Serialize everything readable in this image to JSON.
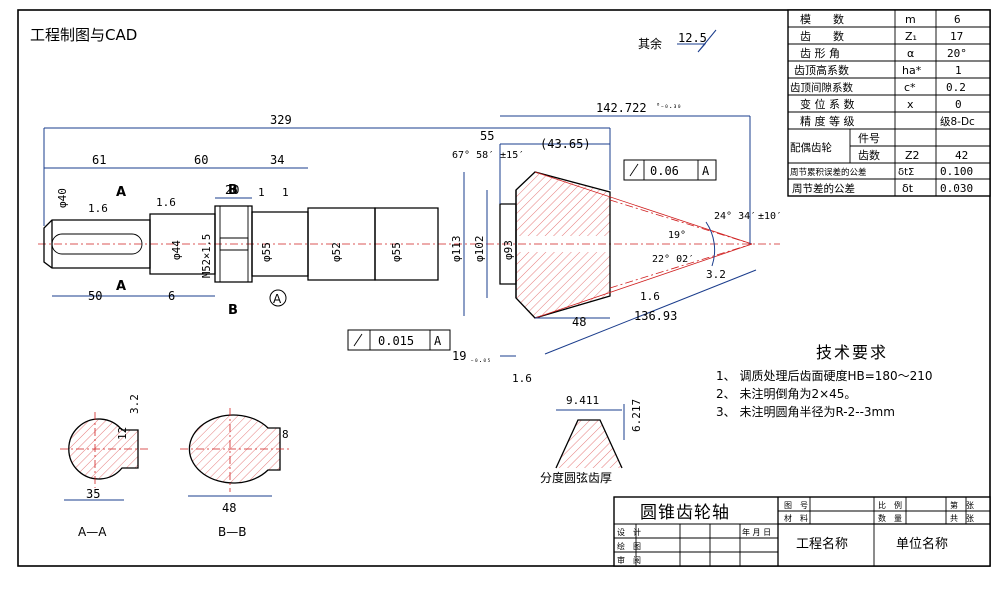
{
  "header": {
    "title": "工程制图与CAD",
    "surface_finish": "其余",
    "surface_value": "12.5"
  },
  "params": [
    {
      "name": "模　　数",
      "sym": "m",
      "val": "6"
    },
    {
      "name": "齿　　数",
      "sym": "Z₁",
      "val": "17"
    },
    {
      "name": "齿 形 角",
      "sym": "α",
      "val": "20°"
    },
    {
      "name": "齿顶高系数",
      "sym": "ha*",
      "val": "1"
    },
    {
      "name": "齿顶间隙系数",
      "sym": "c*",
      "val": "0.2"
    },
    {
      "name": "变 位 系 数",
      "sym": "x",
      "val": "0"
    },
    {
      "name": "精 度 等 级",
      "sym": "",
      "val": "级8-Dc"
    },
    {
      "name": "件号",
      "sym": "",
      "val": ""
    },
    {
      "name": "齿数",
      "sym": "Z2",
      "val": "42"
    },
    {
      "name": "周节累积误差的公差",
      "sym": "δtΣ",
      "val": "0.100"
    },
    {
      "name": "周节差的公差",
      "sym": "δt",
      "val": "0.030"
    }
  ],
  "mating_gear_label": "配偶齿轮",
  "dims": {
    "d329": "329",
    "d61": "61",
    "d60": "60",
    "d34": "34",
    "d20": "20",
    "d50": "50",
    "d6": "6",
    "d142": "142.722",
    "d142tol": "⁰₋₀.₃₀",
    "d55": "55",
    "d4365": "(43.65)",
    "d48": "48",
    "d13693": "136.93",
    "d19": "19",
    "d19tol": "₋₀.₀₅",
    "phi40": "φ40",
    "phi44": "φ44",
    "m52": "M52×1.5",
    "phi55a": "φ55",
    "phi52": "φ52",
    "phi55b": "φ55",
    "phi113": "φ113",
    "phi102": "φ102",
    "phi93": "φ93",
    "ang1": "67° 58′ ±15′",
    "ang2": "24° 34′",
    "ang2tol": "±10′",
    "ang3": "19°",
    "ang4": "22° 02′",
    "r16a": "1.6",
    "r16b": "1.6",
    "r16c": "1.6",
    "r16d": "1.6",
    "r32": "3.2",
    "r1a": "1",
    "r1b": "1",
    "runout1": "0.06",
    "runout1ref": "A",
    "runout2": "0.015",
    "runout2ref": "A",
    "secA": "A",
    "secB": "B",
    "datumA": "A"
  },
  "sections": {
    "aa_label": "A—A",
    "bb_label": "B—B",
    "aa_dim": "35",
    "aa_dim2": "12",
    "aa_r": "3.2",
    "bb_dim": "48",
    "bb_dim2": "8"
  },
  "tooth": {
    "chord": "9.411",
    "height": "6.217",
    "caption": "分度圆弦齿厚"
  },
  "tech": {
    "heading": "技术要求",
    "items": [
      "1、 调质处理后齿面硬度HB=180～210",
      "2、 未注明倒角为2×45。",
      "3、 未注明圆角半径为R-2--3mm"
    ]
  },
  "title_block": {
    "part_name": "圆锥齿轮轴",
    "drawing_no": "图　号",
    "material": "材　料",
    "scale": "比　例",
    "quantity": "数　量",
    "sheet": "第　张",
    "total": "共　张",
    "design": "设　计",
    "drawn": "绘　图",
    "check": "审　阅",
    "date": "年 月 日",
    "project": "工程名称",
    "unit": "单位名称"
  }
}
